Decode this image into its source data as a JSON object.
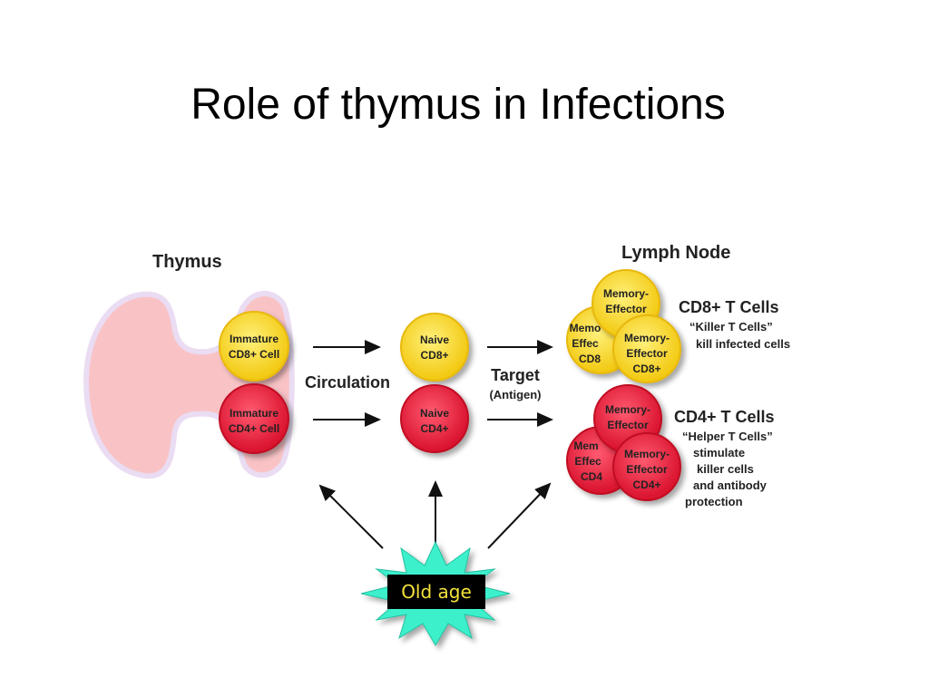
{
  "title": "Role of thymus in Infections",
  "thymus": {
    "heading": "Thymus",
    "immature_cd8": [
      "Immature",
      "CD8+ Cell"
    ],
    "immature_cd4": [
      "Immature",
      "CD4+ Cell"
    ]
  },
  "circulation_label": "Circulation",
  "naive": {
    "cd8": [
      "Naive",
      "CD8+"
    ],
    "cd4": [
      "Naive",
      "CD4+"
    ]
  },
  "target": {
    "label": "Target",
    "sub": "(Antigen)"
  },
  "lymph_node": {
    "heading": "Lymph Node",
    "memory_cd8": [
      "Memory-",
      "Effector",
      "CD8+"
    ],
    "memory_cd4": [
      "Memory-",
      "Effector",
      "CD4+"
    ],
    "back_cd8": [
      "Memo",
      "Effec",
      "CD8"
    ],
    "back_cd4": [
      "Mem",
      "Effec",
      "CD4"
    ],
    "cd8_group": {
      "title": "CD8+ T Cells",
      "lines": [
        "“Killer T Cells”",
        "kill infected cells"
      ]
    },
    "cd4_group": {
      "title": "CD4+ T Cells",
      "lines": [
        "“Helper T Cells”",
        "stimulate",
        "killer cells",
        "and antibody",
        "protection"
      ]
    }
  },
  "old_age_label": "Old age",
  "colors": {
    "yellow_cell": "#f7d81c",
    "red_cell": "#e5203c",
    "thymus_fill": "#f9c3c6",
    "thymus_outline": "#e6d8f0",
    "burst": "#3ef0cc"
  }
}
